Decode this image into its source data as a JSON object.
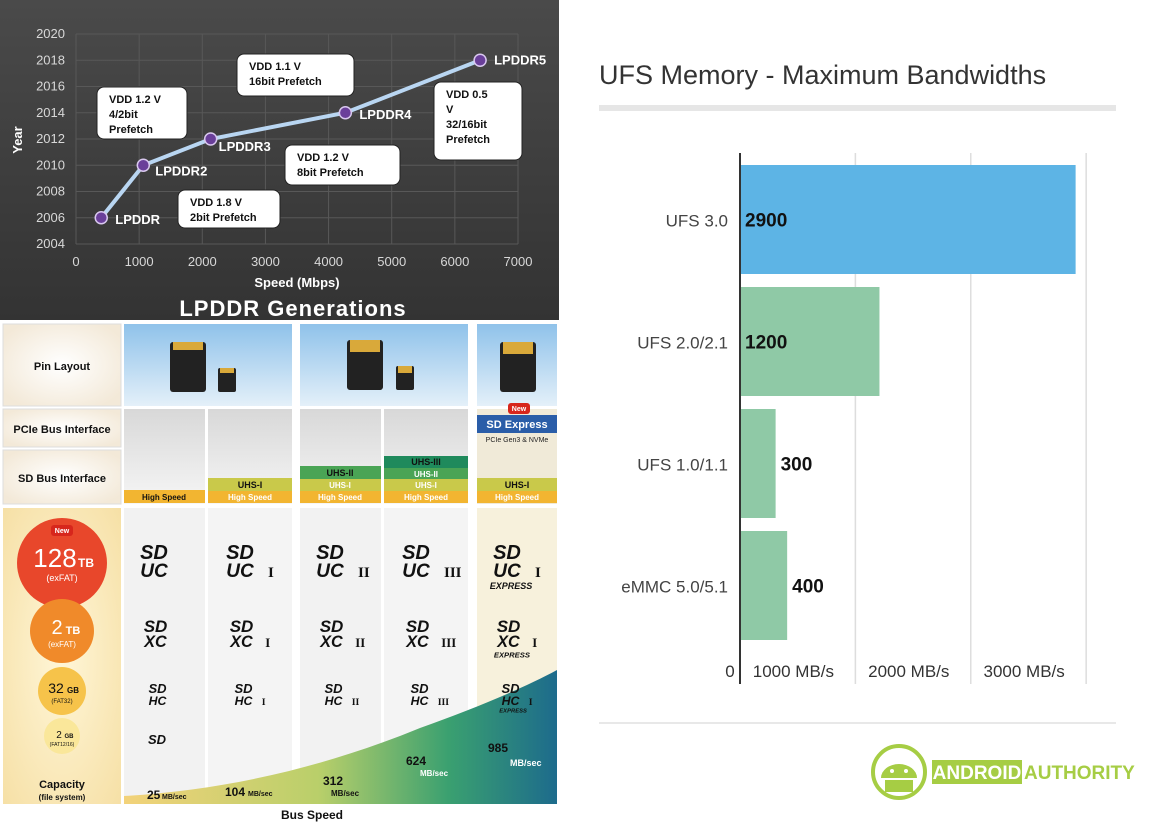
{
  "lpddr": {
    "title": "LPDDR Generations",
    "chart_data": {
      "type": "line",
      "title": "LPDDR Generations",
      "xlabel": "Speed (Mbps)",
      "ylabel": "Year",
      "xlim": [
        0,
        7000
      ],
      "ylim": [
        2004,
        2020
      ],
      "x_ticks": [
        "0",
        "1000",
        "2000",
        "3000",
        "4000",
        "5000",
        "6000",
        "7000"
      ],
      "y_ticks": [
        "2004",
        "2006",
        "2008",
        "2010",
        "2012",
        "2014",
        "2016",
        "2018",
        "2020"
      ],
      "points": [
        {
          "name": "LPDDR",
          "x": 400,
          "y": 2006
        },
        {
          "name": "LPDDR2",
          "x": 1066,
          "y": 2010
        },
        {
          "name": "LPDDR3",
          "x": 2133,
          "y": 2012
        },
        {
          "name": "LPDDR4",
          "x": 4266,
          "y": 2014
        },
        {
          "name": "LPDDR5",
          "x": 6400,
          "y": 2018
        }
      ],
      "annotations": [
        {
          "for": "LPDDR",
          "lines": [
            "VDD 1.8 V",
            "2bit Prefetch"
          ]
        },
        {
          "for": "LPDDR2",
          "lines": [
            "VDD 1.2 V",
            "4/2bit",
            "Prefetch"
          ]
        },
        {
          "for": "LPDDR3",
          "lines": [
            "VDD 1.2 V",
            "8bit Prefetch"
          ]
        },
        {
          "for": "LPDDR4",
          "lines": [
            "VDD 1.1 V",
            "16bit Prefetch"
          ]
        },
        {
          "for": "LPDDR5",
          "lines": [
            "VDD 0.5",
            "V",
            "32/16bit",
            "Prefetch"
          ]
        }
      ],
      "colors": {
        "line": "#b9d6f2",
        "marker": "#6a3f9a",
        "background": "#404040"
      }
    }
  },
  "sd": {
    "row_labels": [
      "Pin Layout",
      "PCIe Bus Interface",
      "SD Bus Interface"
    ],
    "capacity_label": "Capacity",
    "capacity_sublabel": "(file system)",
    "bus_speed_label": "Bus Speed",
    "new_badge": "New",
    "sd_express": "SD Express",
    "pcie_note": "PCIe Gen3 & NVMe",
    "bus_tags": [
      "High Speed",
      "UHS-I",
      "UHS-II",
      "UHS-III"
    ],
    "capacities": [
      {
        "value": "128",
        "unit": "TB",
        "fs": "(exFAT)",
        "color": "#e8472b"
      },
      {
        "value": "2",
        "unit": "TB",
        "fs": "(exFAT)",
        "color": "#f08a2a"
      },
      {
        "value": "32",
        "unit": "GB",
        "fs": "(FAT32)",
        "color": "#f6c34a"
      },
      {
        "value": "2",
        "unit": "GB",
        "fs": "(FAT12/16)",
        "color": "#fae79a"
      }
    ],
    "logos": {
      "sd": "SD",
      "uc": "UC",
      "xc": "XC",
      "hc": "HC",
      "express": "EXPRESS"
    },
    "romans": [
      "I",
      "II",
      "III",
      "I"
    ],
    "speeds": [
      {
        "value": "25",
        "unit": "MB/sec"
      },
      {
        "value": "104",
        "unit": "MB/sec"
      },
      {
        "value": "312",
        "unit": "MB/sec"
      },
      {
        "value": "624",
        "unit": "MB/sec"
      },
      {
        "value": "985",
        "unit": "MB/sec"
      }
    ]
  },
  "ufs": {
    "title": "UFS Memory - Maximum Bandwidths",
    "brand_android": "ANDROID",
    "brand_authority": "AUTHORITY",
    "chart_data": {
      "type": "bar",
      "orientation": "horizontal",
      "title": "UFS Memory - Maximum Bandwidths",
      "categories": [
        "UFS 3.0",
        "UFS 2.0/2.1",
        "UFS 1.0/1.1",
        "eMMC 5.0/5.1"
      ],
      "values": [
        2900,
        1200,
        300,
        400
      ],
      "value_labels": [
        "2900",
        "1200",
        "300",
        "400"
      ],
      "xlim": [
        0,
        3250
      ],
      "x_ticks": [
        "0",
        "1000 MB/s",
        "2000 MB/s",
        "3000 MB/s"
      ],
      "x_tick_values": [
        0,
        1000,
        2000,
        3000
      ],
      "colors": [
        "#5db4e5",
        "#8fc9a6",
        "#8fc9a6",
        "#8fc9a6"
      ]
    }
  }
}
